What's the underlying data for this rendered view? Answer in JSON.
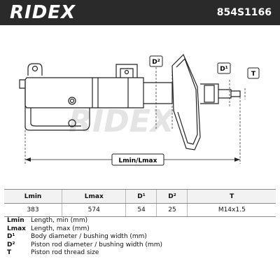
{
  "brand": "RIDEX",
  "part_number": "854S1166",
  "diagram": {
    "labels": {
      "d2": "D²",
      "d1": "D¹",
      "t": "T",
      "length": "Lmin/Lmax"
    }
  },
  "table": {
    "headers": [
      "Lmin",
      "Lmax",
      "D¹",
      "D²",
      "T"
    ],
    "values": [
      "383",
      "574",
      "54",
      "25",
      "M14x1.5"
    ]
  },
  "legend": [
    {
      "key": "Lmin",
      "desc": "Length, min (mm)"
    },
    {
      "key": "Lmax",
      "desc": "Length, max (mm)"
    },
    {
      "key": "D¹",
      "desc": "Body diameter / bushing width (mm)"
    },
    {
      "key": "D²",
      "desc": "Piston rod diameter / bushing width (mm)"
    },
    {
      "key": "T",
      "desc": "Piston rod thread size"
    }
  ]
}
